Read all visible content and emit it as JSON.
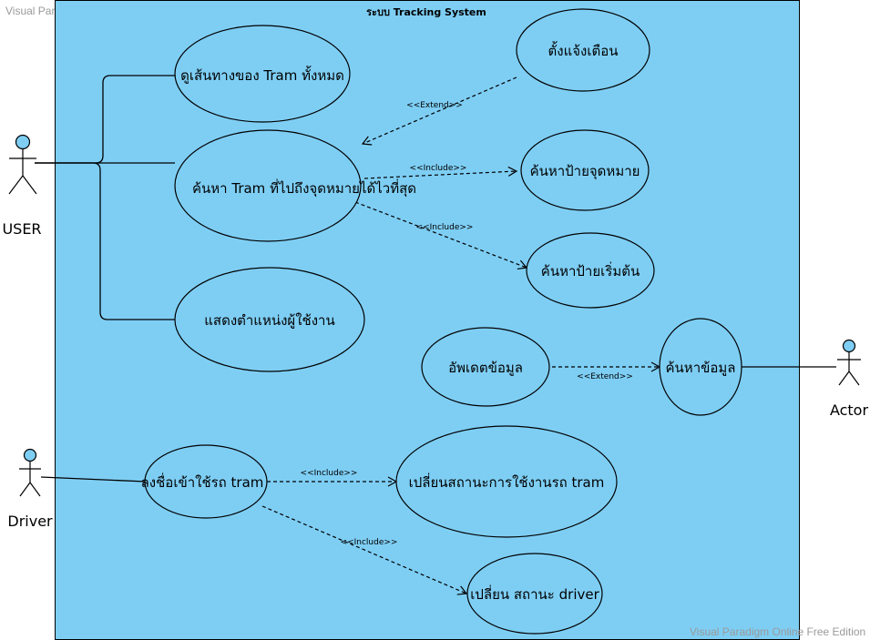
{
  "watermark": {
    "top": "Visual Paradigm Online Free Edition",
    "bottom": "Visual Paradigm Online Free Edition"
  },
  "system": {
    "title": "ระบบ Tracking System",
    "fill": "#7ecef4",
    "stroke": "#000000"
  },
  "actors": {
    "user": "USER",
    "driver": "Driver",
    "actor": "Actor"
  },
  "actor_fill": "#7ecef4",
  "use_cases": {
    "view_routes": "ดูเส้นทางของ Tram ทั้งหมด",
    "set_alert": "ตั้งแจ้งเตือน",
    "search_tram": "ค้นหา Tram ที่ไปถึงจุดหมายได้ไวที่สุด",
    "search_dest": "ค้นหาป้ายจุดหมาย",
    "search_start": "ค้นหาป้ายเริ่มต้น",
    "show_location": "แสดงตำแหน่งผู้ใช้งาน",
    "update_data": "อัพเดตข้อมูล",
    "search_data": "ค้นหาข้อมูล",
    "login_tram": "ลงชื่อเข้าใช้รถ tram",
    "change_tram_status": "เปลี่ยนสถานะการใช้งานรถ tram",
    "change_driver_status": "เปลี่ยน สถานะ driver"
  },
  "relations": {
    "extend_alert": "<<Extend>>",
    "include_dest": "<<Include>>",
    "include_start": "<<Include>>",
    "extend_data": "<<Extend>>",
    "include_tram_status": "<<Include>>",
    "include_driver_status": "<<Include>>"
  }
}
